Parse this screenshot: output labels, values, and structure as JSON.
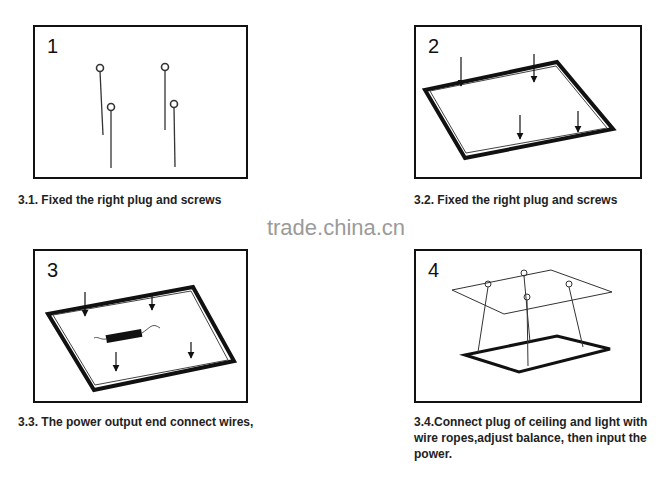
{
  "diagram": {
    "nodes": [
      {
        "text": [
          "1",
          "3.1. Fixed the right plug and screws"
        ]
      },
      {
        "text": [
          "2",
          "3.2. Fixed the right plug and screws"
        ]
      },
      {
        "text": [
          "3",
          "3.3. The power output end connect wires,"
        ]
      },
      {
        "text": [
          "4",
          "3.4.Connect plug of ceiling and light with wire ropes,adjust balance, then input the power."
        ]
      }
    ],
    "labels": [
      "trade.china.cn"
    ]
  }
}
